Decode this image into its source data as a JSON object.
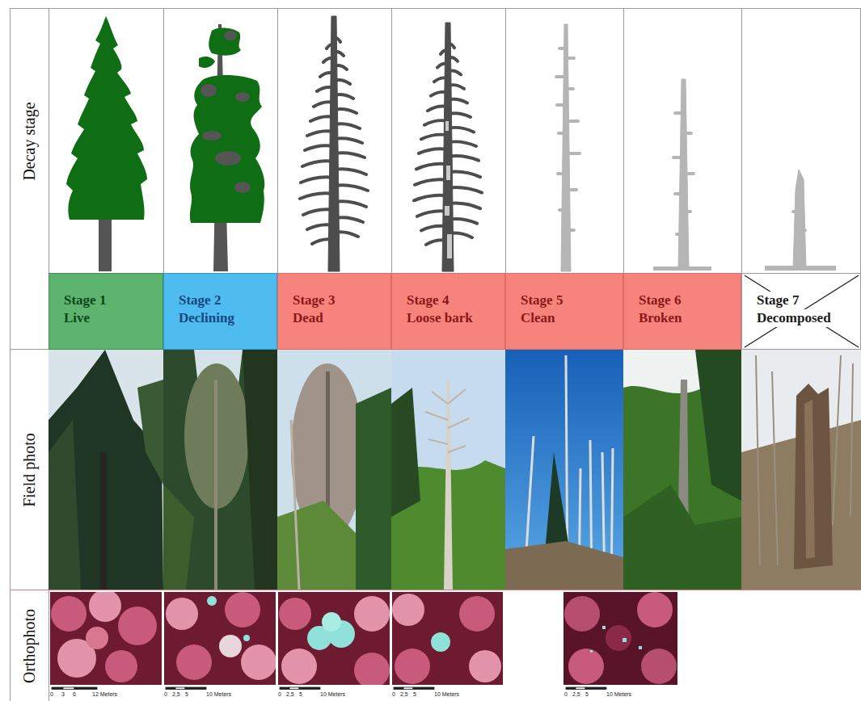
{
  "diagram": {
    "nodes": [
      {
        "text": [
          "Stage 1",
          "Live"
        ]
      },
      {
        "text": [
          "Stage 2",
          "Declining"
        ]
      },
      {
        "text": [
          "Stage 3",
          "Dead"
        ]
      },
      {
        "text": [
          "Stage 4",
          "Loose bark"
        ]
      },
      {
        "text": [
          "Stage 5",
          "Clean"
        ]
      },
      {
        "text": [
          "Stage 6",
          "Broken"
        ]
      },
      {
        "text": [
          "Stage 7",
          "Decomposed"
        ]
      }
    ],
    "labels": [
      "Decay stage",
      "Field photo",
      "Orthophoto",
      "0",
      "3",
      "6",
      "12 Meters",
      "0",
      "2,5",
      "5",
      "10 Meters",
      "0",
      "2,5",
      "5",
      "10 Meters",
      "0",
      "2,5",
      "5",
      "10 Meters",
      "0",
      "2,5",
      "5",
      "10 Meters"
    ]
  }
}
